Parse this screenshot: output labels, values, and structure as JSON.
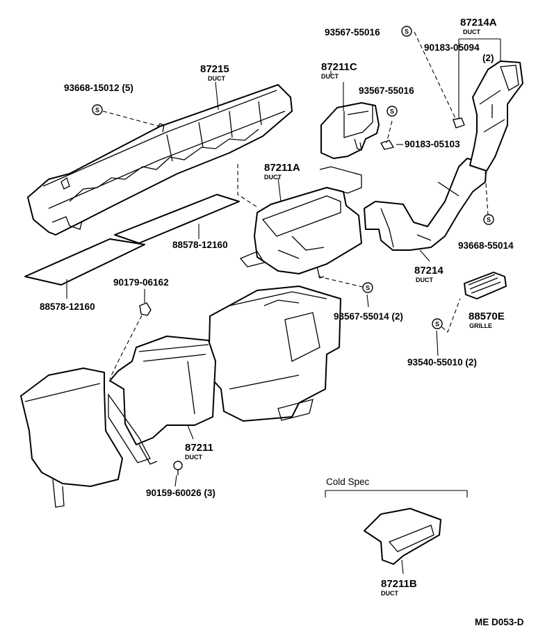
{
  "labels": {
    "p87215": "87215",
    "p87215_duct": "DUCT",
    "p93668_15012": "93668-15012 (5)",
    "p88578_a": "88578-12160",
    "p88578_b": "88578-12160",
    "p87211C": "87211C",
    "p87211C_duct": "DUCT",
    "p93567_55016_a": "93567-55016",
    "p93567_55016_b": "93567-55016",
    "p87214A": "87214A",
    "p87214A_duct": "DUCT",
    "p90183_05094": "90183-05094",
    "p90183_05094_qty": "(2)",
    "p90183_05103": "90183-05103",
    "p87211A": "87211A",
    "p87211A_duct": "DUCT",
    "p93668_55014": "93668-55014",
    "p87214": "87214",
    "p87214_duct": "DUCT",
    "p90179_06162": "90179-06162",
    "p93567_55014": "93567-55014 (2)",
    "p88570E": "88570E",
    "p88570E_grille": "GRILLE",
    "p93540_55010": "93540-55010 (2)",
    "p87211": "87211",
    "p87211_duct": "DUCT",
    "p90159_60026": "90159-60026 (3)",
    "cold_spec": "Cold Spec",
    "p87211B": "87211B",
    "p87211B_duct": "DUCT",
    "diagram_code": "ME D053-D"
  },
  "symbol_letter": "S"
}
